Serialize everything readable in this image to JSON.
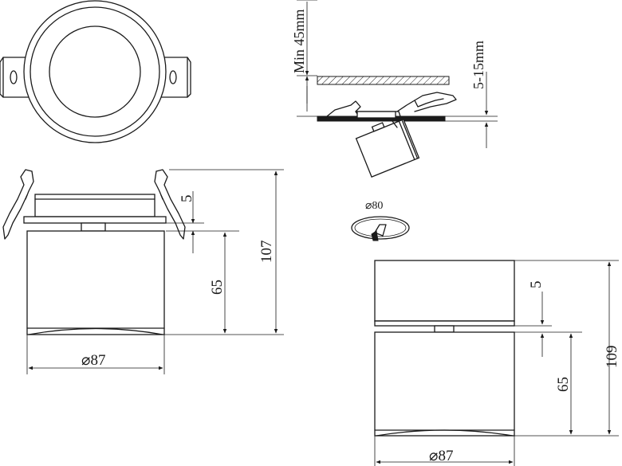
{
  "labels": {
    "flush_depth": "5",
    "flush_body_height": "65",
    "flush_total_height": "107",
    "flush_diameter": "⌀87",
    "min_clearance": "Min 45mm",
    "ceiling_thickness": "5-15mm",
    "cutout_diameter": "⌀80",
    "surface_spacer": "5",
    "surface_body_height": "65",
    "surface_total_height": "109",
    "surface_diameter": "⌀87"
  }
}
